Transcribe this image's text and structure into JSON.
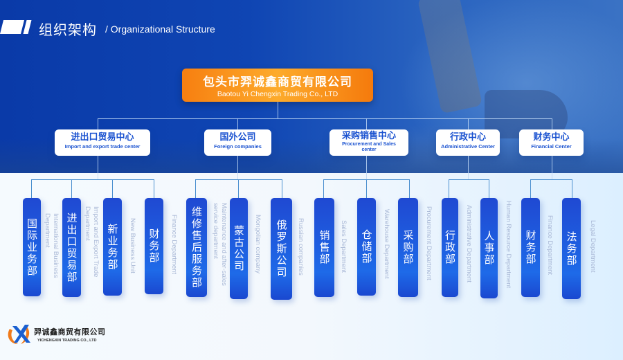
{
  "header": {
    "title_zh": "组织架构",
    "title_en": "/ Organizational Structure"
  },
  "root": {
    "name_zh": "包头市羿诚鑫商贸有限公司",
    "name_en": "Baotou Yi Chengxin Trading Co., LTD"
  },
  "centers": [
    {
      "name_zh": "进出口贸易中心",
      "name_en": "Import and export trade center",
      "departments": [
        {
          "name_zh": "国际业务部",
          "name_en": "International Business\nDepartment"
        },
        {
          "name_zh": "进出口贸易部",
          "name_en": "Import and Export Trade\nDepartment"
        },
        {
          "name_zh": "新业务部",
          "name_en": "New Business Unit"
        },
        {
          "name_zh": "财务部",
          "name_en": "Finance Department"
        }
      ]
    },
    {
      "name_zh": "国外公司",
      "name_en": "Foreign companies",
      "departments": [
        {
          "name_zh": "维修售后服务部",
          "name_en": "Maintenance and after-sales\nservice department"
        },
        {
          "name_zh": "蒙古公司",
          "name_en": "Mongolian company"
        },
        {
          "name_zh": "俄罗斯公司",
          "name_en": "Russian companies"
        }
      ]
    },
    {
      "name_zh": "采购销售中心",
      "name_en": "Procurement and Sales center",
      "departments": [
        {
          "name_zh": "销售部",
          "name_en": "Sales Department"
        },
        {
          "name_zh": "仓储部",
          "name_en": "Warehouse Department"
        },
        {
          "name_zh": "采购部",
          "name_en": "Procurement Department"
        }
      ]
    },
    {
      "name_zh": "行政中心",
      "name_en": "Administrative Center",
      "departments": [
        {
          "name_zh": "行政部",
          "name_en": "Administrative Department"
        },
        {
          "name_zh": "人事部",
          "name_en": "Human Resource Department"
        }
      ]
    },
    {
      "name_zh": "财务中心",
      "name_en": "Financial Center",
      "departments": [
        {
          "name_zh": "财务部",
          "name_en": "Finance Department"
        },
        {
          "name_zh": "法务部",
          "name_en": "Legal Department"
        }
      ]
    }
  ],
  "footer": {
    "logo_icon": "company-logo-icon",
    "company_zh": "羿诚鑫商贸有限公司",
    "company_en": "YICHENGXIN TRADING CO., LTD"
  },
  "colors": {
    "header_blue": "#0f45b3",
    "root_orange": "#f77f10",
    "center_text_blue": "#1a52d0",
    "dept_blue": "#1e6ae8",
    "dept_en_gray": "#a9b8d6",
    "connector": "#4a8fcf"
  }
}
